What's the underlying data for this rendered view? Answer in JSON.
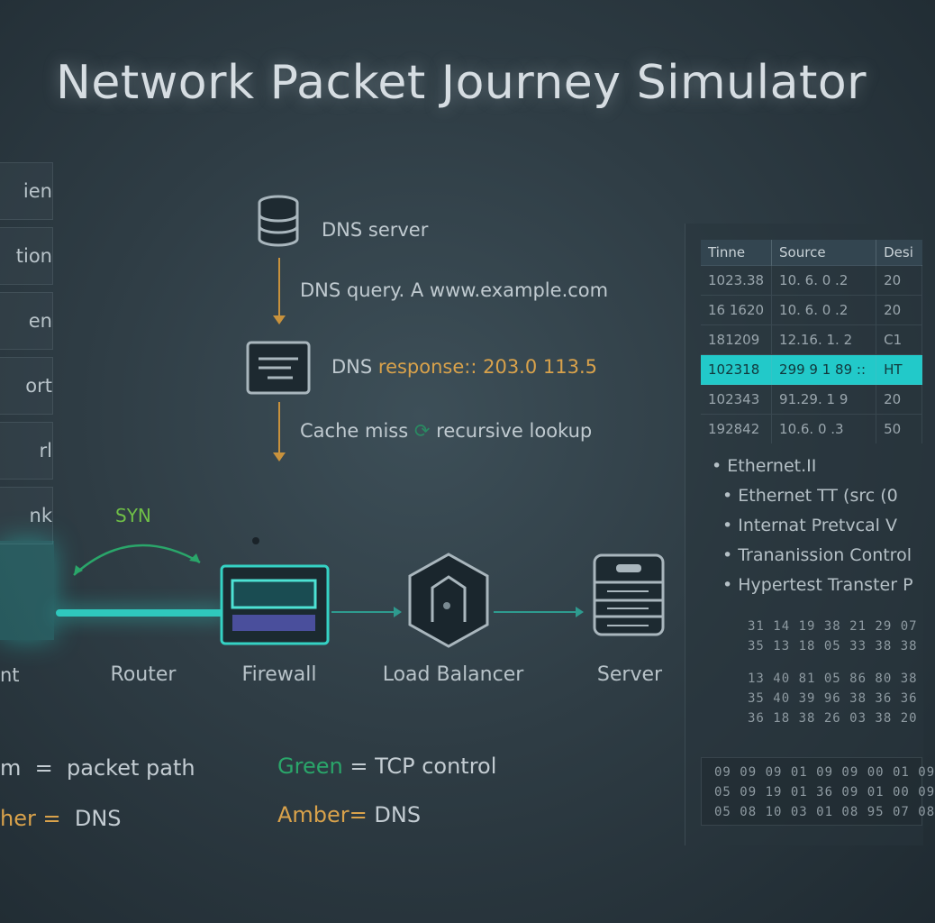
{
  "title": "Network Packet Journey Simulator",
  "sidebar": {
    "items": [
      "ien",
      "tion",
      "en",
      "ort",
      "rl",
      "nk"
    ],
    "last": "nt"
  },
  "dns_flow": {
    "server_label": "DNS server",
    "query_label": "DNS query. A www.example.com",
    "response_prefix": "DNS ",
    "response_value": "response:: 203.0 113.5",
    "cache_left": "Cache miss",
    "cache_right": "recursive lookup"
  },
  "network_path": {
    "syn_label": "SYN",
    "nodes": [
      "Router",
      "Firewall",
      "Load Balancer",
      "Server"
    ]
  },
  "legend": {
    "teal_suffix": "m",
    "teal_eq": "=",
    "teal_text": "packet path",
    "amber_suffix": "her",
    "amber_eq": "=",
    "amber_text": "DNS",
    "green_word": "Green",
    "green_eq": "=",
    "green_text": "TCP control",
    "amber_word": "Amber",
    "amber_eq2": "=",
    "amber_text2": "DNS"
  },
  "packet_table": {
    "columns": [
      "Tinne",
      "Source",
      "Desi"
    ],
    "rows": [
      [
        "1023.38",
        "10. 6. 0 .2",
        "20"
      ],
      [
        "16 1620",
        "10. 6. 0 .2",
        "20"
      ],
      [
        "181209",
        "12.16. 1. 2",
        "C1"
      ],
      [
        "102318",
        "299 9 1 89",
        "HT"
      ],
      [
        "102343",
        "91.29. 1 9",
        "20"
      ],
      [
        "192842",
        "10.6. 0 .3",
        "50"
      ]
    ],
    "selected_index": 3,
    "selected_marker": "::"
  },
  "detail_tree": [
    "• Ethernet.II",
    "• Ethernet  TT  (src  (0",
    "• Internat  Pretvcal  V",
    "• Trananission Control",
    "• Hypertest Transter P"
  ],
  "hex_upper": [
    "31 14 19 38 21 29 07",
    "35 13 18 05 33 38 38",
    "13 40 81 05 86 80 38",
    "35 40 39 96 38 36 36",
    "36 18 38 26 03 38 20"
  ],
  "hex_lower": [
    "09 09 09 01 09 09 00 01 09",
    "05 09 19 01 36 09 01 00 09",
    "05 08 10 03 01 08 95 07 08"
  ],
  "colors": {
    "teal": "#2fc8bd",
    "amber": "#d9a24b",
    "green": "#2aa66a",
    "selected_row": "#22c9c9"
  }
}
